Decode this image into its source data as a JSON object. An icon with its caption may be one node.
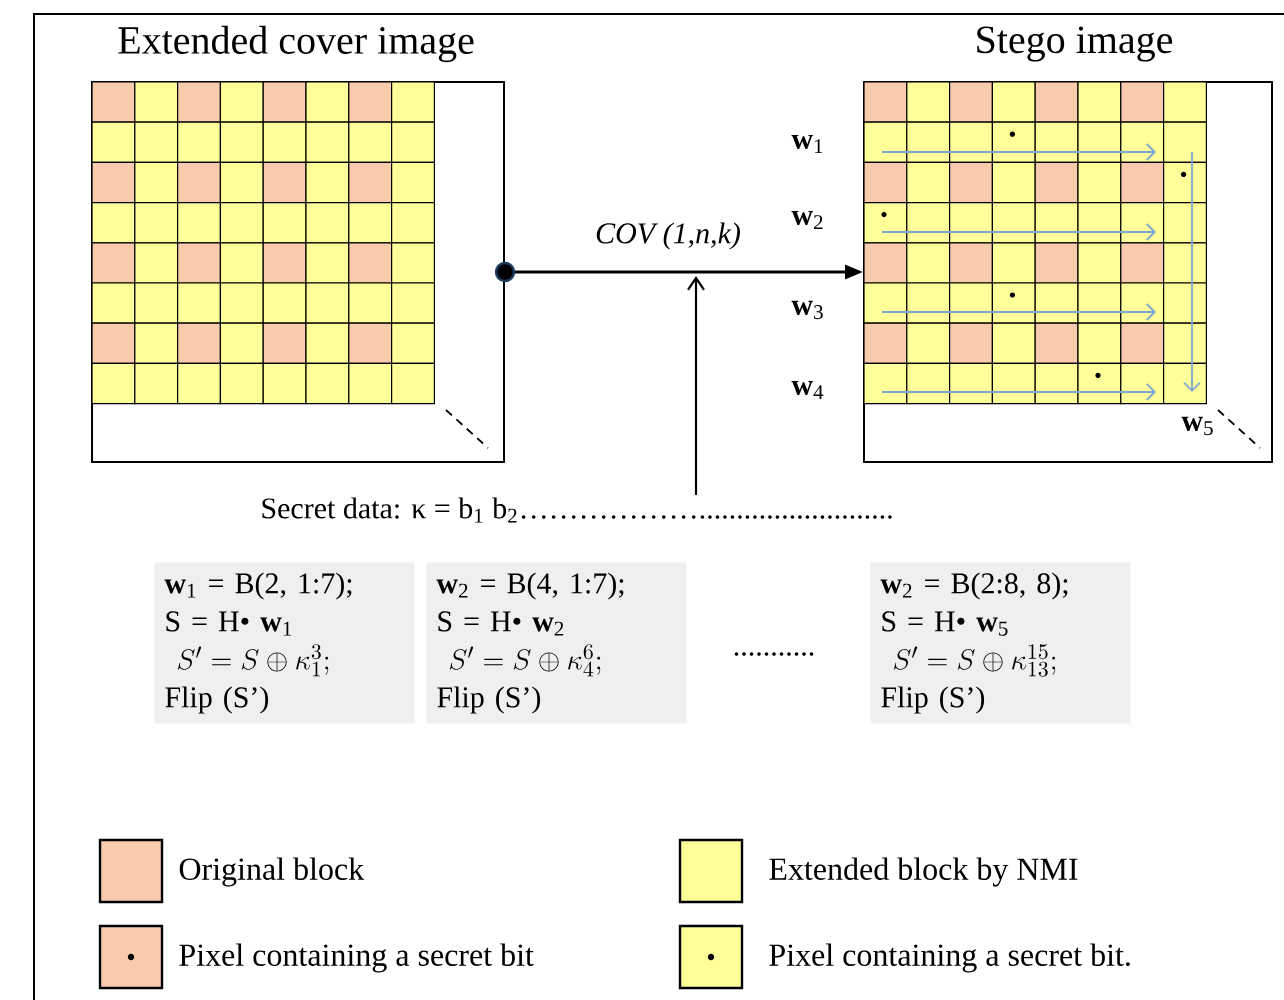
{
  "diagram": {
    "nodes": [
      {
        "text": [
          "Extended cover image"
        ]
      },
      {
        "text": [
          "Stego image"
        ]
      },
      {
        "text": [
          "Secret data: κ = b$_{1}$ b$_{2}$……………….........................."
        ]
      },
      {
        "text": [
          "**w**$_{1}$ = B(2, 1:7);",
          "S = H• **w**$_{1}$",
          "S' = S\\oplus\\kappa_{1}^{3};",
          "Flip (S’)"
        ]
      },
      {
        "text": [
          "**w**$_{2}$ = B(4, 1:7);",
          "S = H• **w**$_{2}$",
          "S' = S\\oplus\\kappa_{4}^{6};",
          "Flip (S’)"
        ]
      },
      {
        "text": [
          "**w**$_{2}$ = B(2:8, 8);",
          "S = H• **w**$_{5}$",
          "S' = S\\oplus\\kappa_{13}^{15};",
          "Flip (S’)"
        ]
      }
    ],
    "edges": [
      {
        "from": 0,
        "to": 1,
        "arrow": "to",
        "label": "COV (1,n,k)"
      },
      {
        "from": 2,
        "to": null,
        "arrow": "to"
      }
    ],
    "labels": [
      "**w**$_{1}$",
      "**w**$_{2}$",
      "**w**$_{3}$",
      "**w**$_{4}$",
      "**w**$_{5}$",
      "..........."
    ],
    "legend": [
      {
        "text": "Original block",
        "color": "#f8cbad"
      },
      {
        "text": "Extended block by NMI",
        "color": "#ffff99"
      },
      {
        "text": "Pixel containing a secret bit"
      },
      {
        "text": "Pixel containing a secret bit."
      }
    ]
  }
}
